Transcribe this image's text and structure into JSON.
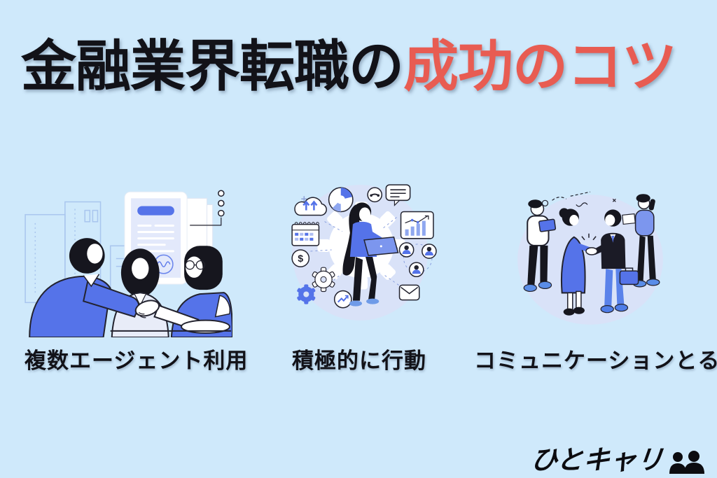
{
  "page": {
    "background_color": "#cfe9fb",
    "type": "infographic"
  },
  "title": {
    "black_part": "金融業界転職の",
    "red_part": "成功のコツ",
    "black_color": "#121218",
    "red_color": "#e85c52"
  },
  "tips": [
    {
      "caption": "複数エージェント利用",
      "illustration": "contract-handshake-illustration"
    },
    {
      "caption": "積極的に行動",
      "illustration": "proactive-action-illustration"
    },
    {
      "caption": "コミュニケーションとる",
      "illustration": "networking-illustration"
    }
  ],
  "logo": {
    "text": "ひとキャリ",
    "icon": "two-people-icon"
  },
  "glyphs": {
    "dollar": "$"
  },
  "colors": {
    "accent_blue": "#5573e9",
    "light_blue_panel": "#e3e9fb",
    "illustration_circle_bg": "#d9e2f8",
    "outline_dark": "#23232f"
  }
}
